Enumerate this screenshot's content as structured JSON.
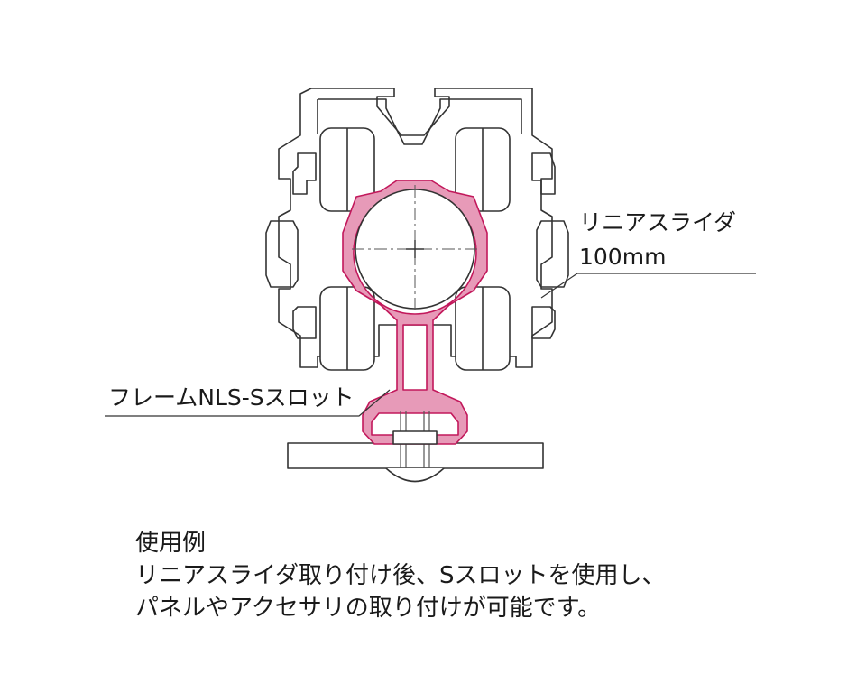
{
  "labels": {
    "slider_name": "リニアスライダ",
    "slider_size": "100mm",
    "frame_slot": "フレームNLS-Sスロット"
  },
  "caption": {
    "heading": "使用例",
    "line1": "リニアスライダ取り付け後、Sスロットを使用し、",
    "line2": "パネルやアクセサリの取り付けが可能です。"
  },
  "colors": {
    "highlight_fill": "#e79ab8",
    "highlight_stroke": "#c2185b",
    "line": "#333333"
  }
}
